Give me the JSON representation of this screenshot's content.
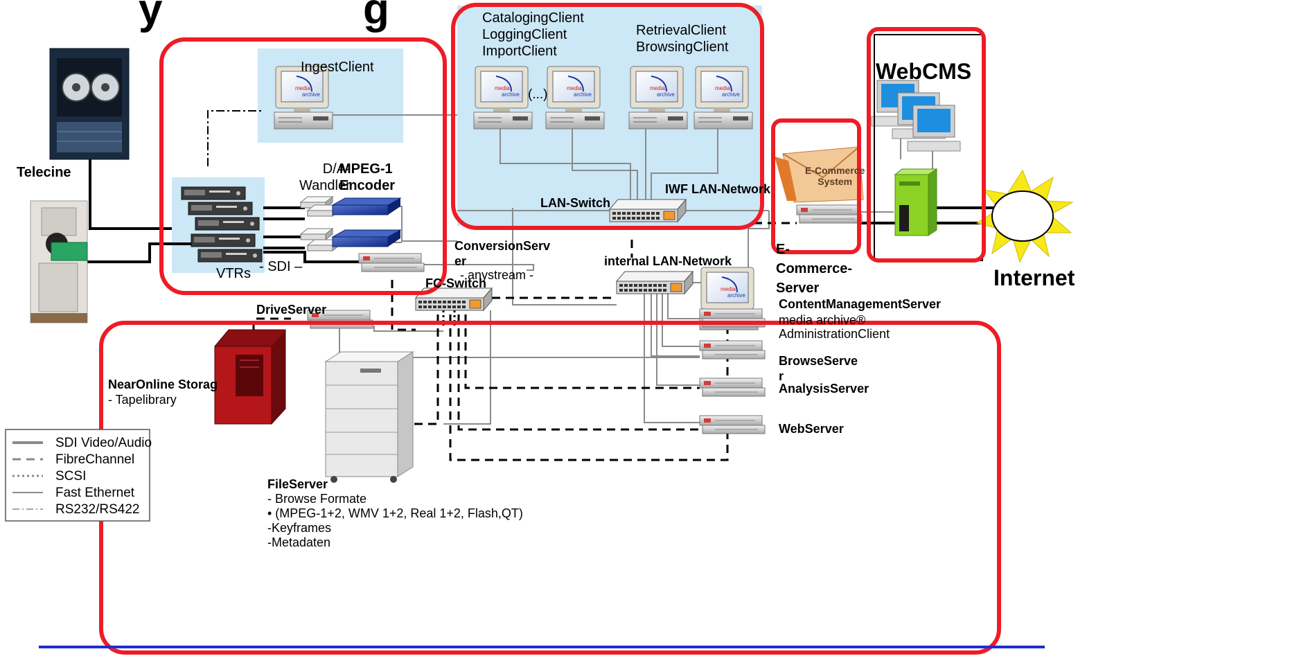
{
  "title_fragment": "y    g",
  "zones": {
    "ingest": {
      "label": "IngestClient"
    },
    "clients_left": {
      "lines": [
        "CatalogingClient",
        "LoggingClient",
        "ImportClient"
      ]
    },
    "clients_right": {
      "lines": [
        "RetrievalClient",
        "BrowsingClient"
      ]
    },
    "ellipsis": "(...)",
    "webcms": "WebCMS"
  },
  "devices": {
    "telecine": "Telecine",
    "da_converter": "D/A-\nWandler",
    "mpeg1_encoder": "MPEG-1\nEncoder",
    "vtrs": "VTRs",
    "sdi": "- SDI –",
    "lan_switch": "LAN-Switch",
    "iwf_network": "IWF LAN-Network",
    "conversion_server": "ConversionServ\ner",
    "anystream": "- anystream -",
    "fc_switch": "FC-Switch",
    "internal_network": "internal LAN-Network",
    "drive_server": "DriveServer",
    "nearonline_storage": "NearOnline Storag",
    "tapelibrary": "- Tapelibrary",
    "ecommerce_system": "E-Commerce\nSystem",
    "ecommerce_server": "E-\nCommerce-\nServer",
    "internet": "Internet",
    "content_management_server": "ContentManagementServer",
    "media_archive": "media archive®\nAdministrationClient",
    "browse_server": "BrowseServe\nr",
    "analysis_server": "AnalysisServer",
    "web_server": "WebServer",
    "file_server": "FileServer",
    "file_server_details": "- Browse Formate\n• (MPEG-1+2, WMV 1+2, Real 1+2, Flash,QT)\n-Keyframes\n-Metadaten",
    "monitor_brand_top": "media",
    "monitor_brand_bottom": "archive"
  },
  "legend": [
    {
      "style": "sdi",
      "label": "SDI Video/Audio"
    },
    {
      "style": "fibre",
      "label": "FibreChannel"
    },
    {
      "style": "scsi",
      "label": "SCSI"
    },
    {
      "style": "ethernet",
      "label": "Fast Ethernet"
    },
    {
      "style": "rs232",
      "label": "RS232/RS422"
    }
  ],
  "colors": {
    "highlight_red": "#ee1c25",
    "zone_blue": "#cce7f6",
    "footer_rule": "#1f2bd6",
    "server_grey": "#d9d9d9",
    "starburst_yellow": "#f7e81a",
    "tower_green": "#8cd227"
  }
}
